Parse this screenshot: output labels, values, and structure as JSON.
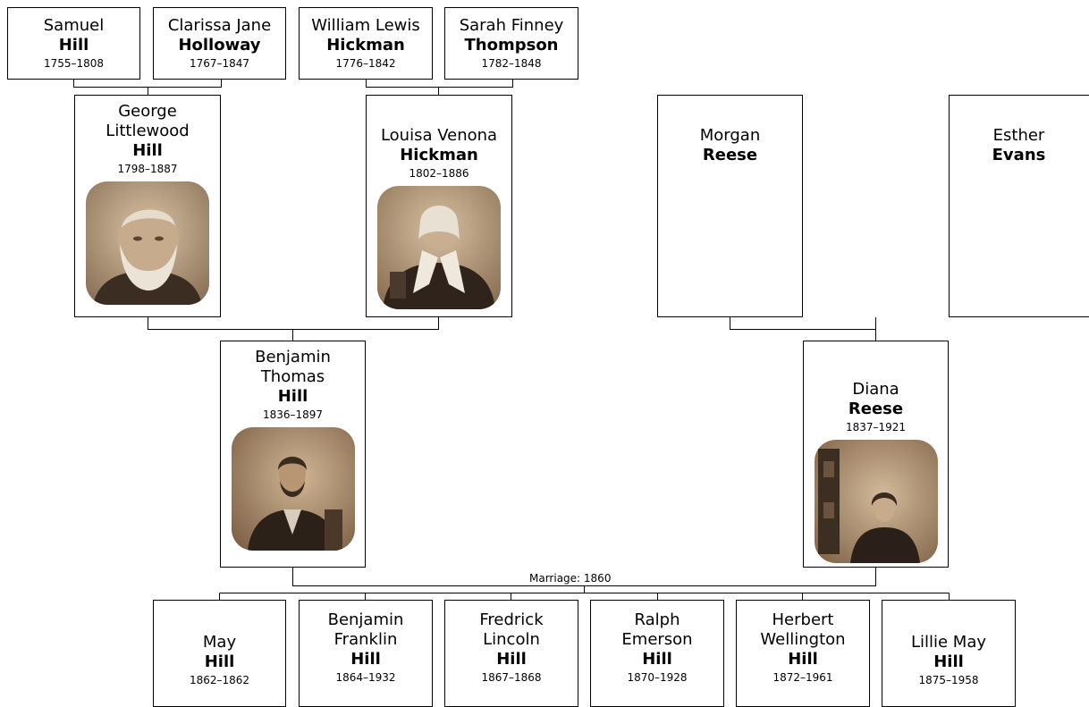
{
  "people": {
    "samuel_hill": {
      "given": "Samuel",
      "surname": "Hill",
      "dates": "1755–1808"
    },
    "clarissa_holloway": {
      "given": "Clarissa Jane",
      "surname": "Holloway",
      "dates": "1767–1847"
    },
    "william_hickman": {
      "given": "William Lewis",
      "surname": "Hickman",
      "dates": "1776–1842"
    },
    "sarah_thompson": {
      "given": "Sarah Finney",
      "surname": "Thompson",
      "dates": "1782–1848"
    },
    "george_hill": {
      "given_lines": [
        "George",
        "Littlewood"
      ],
      "surname": "Hill",
      "dates": "1798–1887"
    },
    "louisa_hickman": {
      "given": "Louisa Venona",
      "surname": "Hickman",
      "dates": "1802–1886"
    },
    "morgan_reese": {
      "given": "Morgan",
      "surname": "Reese"
    },
    "esther_evans": {
      "given": "Esther",
      "surname": "Evans"
    },
    "benjamin_hill": {
      "given_lines": [
        "Benjamin",
        "Thomas"
      ],
      "surname": "Hill",
      "dates": "1836–1897"
    },
    "diana_reese": {
      "given": "Diana",
      "surname": "Reese",
      "dates": "1837–1921"
    },
    "may_hill": {
      "given": "May",
      "surname": "Hill",
      "dates": "1862–1862"
    },
    "benjamin_franklin_hill": {
      "given_lines": [
        "Benjamin",
        "Franklin"
      ],
      "surname": "Hill",
      "dates": "1864–1932"
    },
    "fredrick_hill": {
      "given_lines": [
        "Fredrick",
        "Lincoln"
      ],
      "surname": "Hill",
      "dates": "1867–1868"
    },
    "ralph_hill": {
      "given_lines": [
        "Ralph",
        "Emerson"
      ],
      "surname": "Hill",
      "dates": "1870–1928"
    },
    "herbert_hill": {
      "given_lines": [
        "Herbert",
        "Wellington"
      ],
      "surname": "Hill",
      "dates": "1872–1961"
    },
    "lillie_hill": {
      "given": "Lillie May",
      "surname": "Hill",
      "dates": "1875–1958"
    }
  },
  "marriage_label": "Marriage: 1860",
  "colors": {
    "border": "#000000",
    "line": "#000000",
    "photo_sepia_light": "#cdb79a",
    "photo_sepia_dark": "#3a2a1e"
  }
}
